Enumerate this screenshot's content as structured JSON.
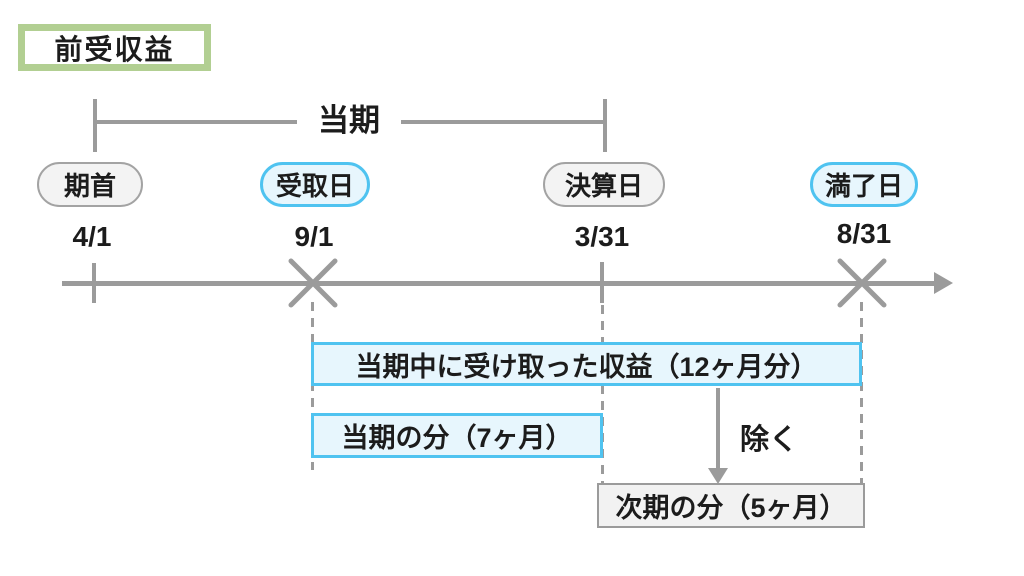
{
  "title": "前受収益",
  "bracket_label": "当期",
  "milestones": [
    {
      "label": "期首",
      "date": "4/1",
      "style": "gray",
      "marker": "tick"
    },
    {
      "label": "受取日",
      "date": "9/1",
      "style": "blue",
      "marker": "cross"
    },
    {
      "label": "決算日",
      "date": "3/31",
      "style": "gray",
      "marker": "tick"
    },
    {
      "label": "満了日",
      "date": "8/31",
      "style": "blue",
      "marker": "cross"
    }
  ],
  "boxes": {
    "received": "当期中に受け取った収益（12ヶ月分）",
    "current": "当期の分（7ヶ月）",
    "next": "次期の分（5ヶ月）"
  },
  "exclude_label": "除く",
  "colors": {
    "title_border_green": "#b2cf92",
    "accent_blue": "#4fc3f0",
    "light_blue_fill": "#e7f6fd",
    "line_gray": "#9b9b9b",
    "light_gray_fill": "#f2f2f2"
  }
}
